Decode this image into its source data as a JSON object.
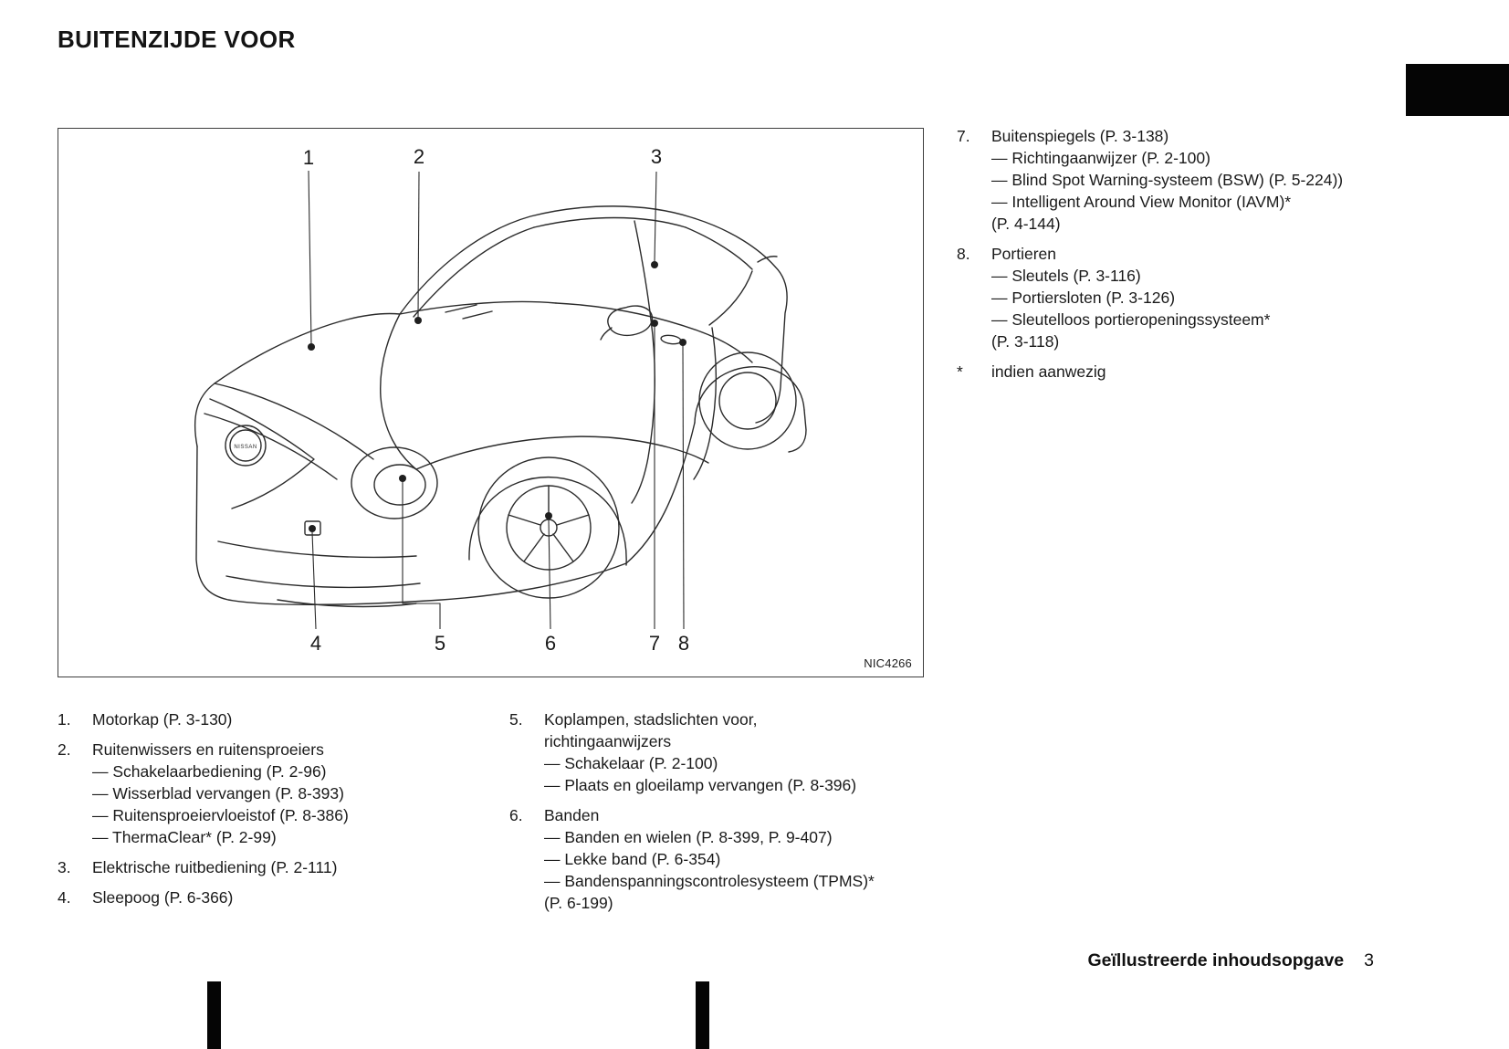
{
  "page": {
    "title": "BUITENZIJDE VOOR",
    "footer": {
      "label": "Geïllustreerde inhoudsopgave",
      "page_number": "3"
    }
  },
  "figure": {
    "code": "NIC4266",
    "badge_label": "NISSAN",
    "callouts": [
      "1",
      "2",
      "3",
      "4",
      "5",
      "6",
      "7",
      "8"
    ]
  },
  "legend": {
    "left": [
      {
        "num": "1.",
        "text": "Motorkap (P. 3-130)"
      },
      {
        "num": "2.",
        "text": "Ruitenwissers en ruitensproeiers\n— Schakelaarbediening (P. 2-96)\n— Wisserblad vervangen (P. 8-393)\n— Ruitensproeiervloeistof (P. 8-386)\n— ThermaClear* (P. 2-99)"
      },
      {
        "num": "3.",
        "text": "Elektrische ruitbediening (P. 2-111)"
      },
      {
        "num": "4.",
        "text": "Sleepoog (P. 6-366)"
      }
    ],
    "middle": [
      {
        "num": "5.",
        "text": "Koplampen, stadslichten voor,\nrichtingaanwijzers\n— Schakelaar (P. 2-100)\n— Plaats en gloeilamp vervangen (P. 8-396)"
      },
      {
        "num": "6.",
        "text": "Banden\n— Banden en wielen (P. 8-399, P. 9-407)\n— Lekke band (P. 6-354)\n— Bandenspanningscontrolesysteem (TPMS)*\n(P. 6-199)"
      }
    ],
    "right": [
      {
        "num": "7.",
        "text": "Buitenspiegels (P. 3-138)\n— Richtingaanwijzer (P. 2-100)\n— Blind Spot Warning-systeem (BSW) (P. 5-224))\n— Intelligent Around View Monitor (IAVM)*\n(P. 4-144)"
      },
      {
        "num": "8.",
        "text": "Portieren\n— Sleutels (P. 3-116)\n— Portiersloten (P. 3-126)\n— Sleutelloos portieropeningssysteem*\n(P. 3-118)"
      },
      {
        "num": "*",
        "text": "indien aanwezig"
      }
    ]
  }
}
